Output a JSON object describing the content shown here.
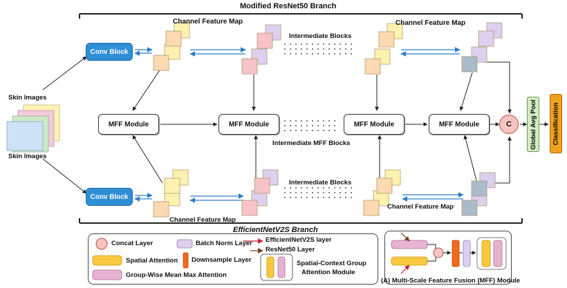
{
  "branches": {
    "top": "Modified ResNet50 Branch",
    "bottom": "EfficientNetV2S Branch"
  },
  "labels": {
    "channel_feature_map": "Channel Feature Map",
    "intermediate_blocks": "Intermediate Blocks",
    "intermediate_mff_blocks": "Intermediate MFF Blocks",
    "skin_images": "Skin Images"
  },
  "nodes": {
    "conv_block": "Conv Block",
    "mff_module": "MFF Module",
    "concat_symbol": "C",
    "global_avg_pool": "Global Avg Pool",
    "classification": "Classification"
  },
  "legend": {
    "concat_layer": "Concat Layer",
    "batch_norm_layer": "Batch Norm Layer",
    "efficientnet_layer": "EfficientNetV2S layer",
    "resnet_layer": "ResNet50 Layer",
    "spatial_attention": "Spatial Attention",
    "downsample_layer": "Downsample Layer",
    "spatial_context_group_line1": "Spatial-Context Group",
    "spatial_context_group_line2": "Attention Module",
    "group_wise": "Group-Wise Mean Max Attention",
    "mff_caption": "(A) Multi-Scale Feature Fusion (MFF) Module"
  },
  "colors": {
    "conv_block": "#2f8fd6",
    "global_avg_pool": "#d4ebc4",
    "classification": "#f0a020",
    "concat": "#f7c4c0",
    "efficientnet_arrow": "#c8202a",
    "resnet_arrow": "#7a3a1a",
    "stack_orange": "#fcd9b0",
    "stack_yellow": "#fff2b0",
    "stack_pink": "#f7c3c8",
    "stack_lavender": "#ddd0ee",
    "stack_slate": "#a9bccb",
    "flow_arrow": "#2f7fc8"
  }
}
